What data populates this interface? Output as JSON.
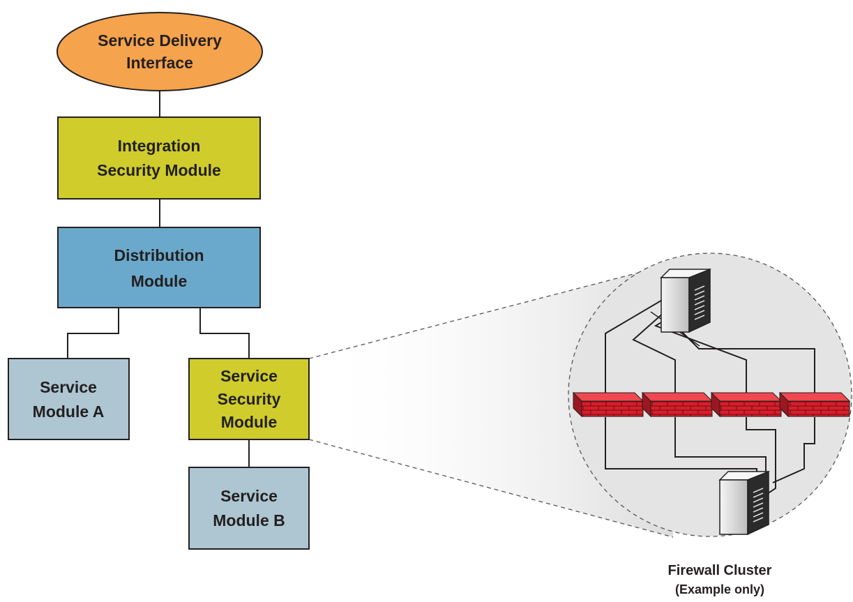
{
  "nodes": {
    "service_delivery_interface": {
      "line1": "Service Delivery",
      "line2": "Interface",
      "color": "#f5a34d"
    },
    "integration_security_module": {
      "line1": "Integration",
      "line2": "Security Module",
      "color": "#cfcc2c"
    },
    "distribution_module": {
      "line1": "Distribution",
      "line2": "Module",
      "color": "#6aa9cb"
    },
    "service_module_a": {
      "line1": "Service",
      "line2": "Module A",
      "color": "#adc6d2"
    },
    "service_security_module": {
      "line1": "Service",
      "line2": "Security",
      "line3": "Module",
      "color": "#cfcc2c"
    },
    "service_module_b": {
      "line1": "Service",
      "line2": "Module B",
      "color": "#adc6d2"
    }
  },
  "firewall_cluster": {
    "caption_line1": "Firewall Cluster",
    "caption_line2": "(Example only)",
    "circle_color": "#e4e4e5",
    "firewall_color": "#d71f2b",
    "server_icon": "server-icon",
    "firewall_icon": "firewall-brick-icon"
  }
}
